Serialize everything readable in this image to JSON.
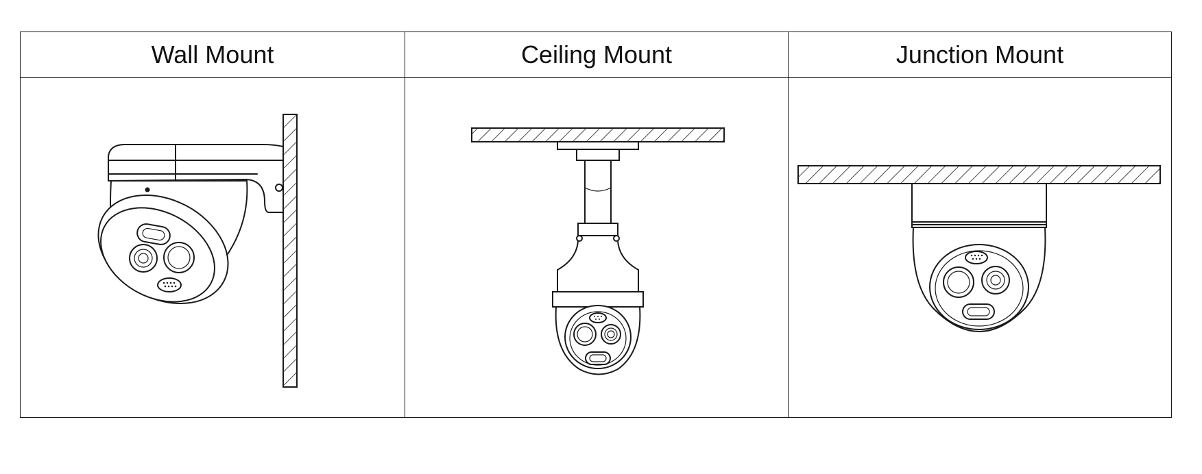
{
  "table": {
    "headers": {
      "wall": "Wall Mount",
      "ceiling": "Ceiling Mount",
      "junction": "Junction Mount"
    }
  }
}
